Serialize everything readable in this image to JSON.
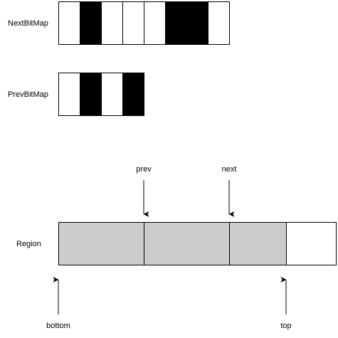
{
  "diagram": {
    "next_bitmap": {
      "label": "NextBitMap",
      "cells": [
        0,
        1,
        0,
        0,
        0,
        1,
        1,
        0
      ]
    },
    "prev_bitmap": {
      "label": "PrevBitMap",
      "cells": [
        0,
        1,
        0,
        1
      ]
    },
    "region": {
      "label": "Region",
      "segments": [
        "used",
        "used",
        "used",
        "free"
      ]
    },
    "pointers": {
      "prev": "prev",
      "next": "next",
      "bottom": "bottom",
      "top": "top"
    },
    "colors": {
      "set_bit": "#000000",
      "clear_bit": "#ffffff",
      "used_area": "#cccccc",
      "free_area": "#ffffff",
      "stroke": "#000000"
    }
  }
}
